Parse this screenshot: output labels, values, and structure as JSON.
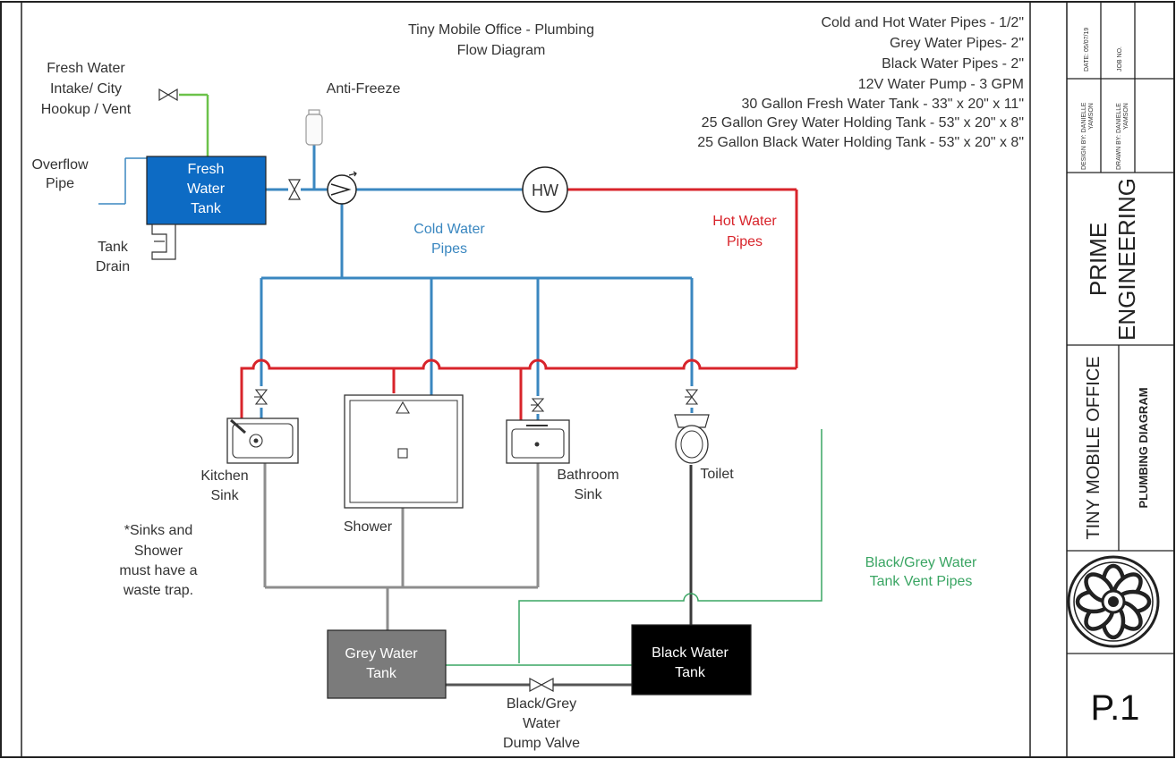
{
  "title": {
    "line1": "Tiny Mobile Office - Plumbing",
    "line2": "Flow Diagram"
  },
  "specs": [
    "Cold and Hot Water Pipes - 1/2\"",
    "Grey Water Pipes- 2\"",
    "Black Water Pipes - 2\"",
    "12V Water Pump - 3 GPM",
    "30 Gallon Fresh Water Tank - 33\" x 20\" x 11\"",
    "25 Gallon Grey Water Holding Tank - 53\" x 20\" x 8\"",
    "25 Gallon Black Water Holding Tank - 53\" x 20\" x 8\""
  ],
  "labels": {
    "fresh_intake": [
      "Fresh Water",
      "Intake/ City",
      "Hookup / Vent"
    ],
    "overflow": [
      "Overflow",
      "Pipe"
    ],
    "fresh_tank": [
      "Fresh",
      "Water",
      "Tank"
    ],
    "tank_drain": [
      "Tank",
      "Drain"
    ],
    "anti_freeze": "Anti-Freeze",
    "hw": "HW",
    "cold_pipes": [
      "Cold Water",
      "Pipes"
    ],
    "hot_pipes": [
      "Hot Water",
      "Pipes"
    ],
    "kitchen_sink": [
      "Kitchen",
      "Sink"
    ],
    "shower": "Shower",
    "bathroom_sink": [
      "Bathroom",
      "Sink"
    ],
    "toilet": "Toilet",
    "note": [
      "*Sinks and",
      "Shower",
      "must have a",
      "waste trap."
    ],
    "vent_pipes": [
      "Black/Grey Water",
      "Tank Vent Pipes"
    ],
    "grey_tank": [
      "Grey Water",
      "Tank"
    ],
    "black_tank": [
      "Black Water",
      "Tank"
    ],
    "dump_valve": [
      "Black/Grey",
      "Water",
      "Dump Valve"
    ]
  },
  "title_block": {
    "date": "DATE: 05/07/19",
    "job_no": "JOB NO.",
    "design_by": [
      "DESIGN BY: DANIELLE",
      "YAMSON"
    ],
    "drawn_by": [
      "DRAWN BY: DANIELLE",
      "YAMSON"
    ],
    "company": [
      "PRIME",
      "ENGINEERING"
    ],
    "project": "TINY MOBILE OFFICE",
    "sheet_title": "PLUMBING DIAGRAM",
    "page": "P.1"
  },
  "colors": {
    "cold": "#3a87c0",
    "hot": "#d8242b",
    "grey_drain": "#8d8d8d",
    "black_drain": "#3a3a3a",
    "vent": "#3aa563",
    "fresh_line": "#6cc24a",
    "fresh_tank": "#0d6bc4",
    "grey_tank": "#7b7b7b",
    "black_tank": "#000000",
    "label_cold": "#3a87c0",
    "label_hot": "#d8242b",
    "label_vent": "#3aa563"
  }
}
